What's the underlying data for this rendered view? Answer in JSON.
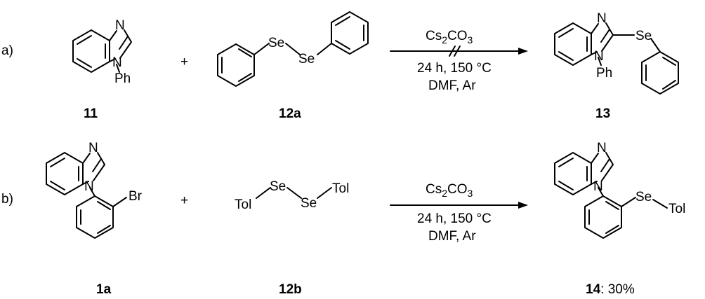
{
  "parts": {
    "a": "a)",
    "b": "b)"
  },
  "plus": "+",
  "atoms": {
    "N": "N",
    "Ph": "Ph",
    "Se": "Se",
    "Br": "Br",
    "Tol": "Tol"
  },
  "reaction_a": {
    "reagent_cs": "Cs",
    "reagent_sub2": "2",
    "reagent_co": "CO",
    "reagent_sub3": "3",
    "cond_line1": "24 h, 150 °C",
    "cond_line2": "DMF, Ar",
    "labels": {
      "reactant1": "11",
      "reactant2": "12a",
      "product": "13"
    }
  },
  "reaction_b": {
    "reagent_cs": "Cs",
    "reagent_sub2": "2",
    "reagent_co": "CO",
    "reagent_sub3": "3",
    "cond_line1": "24 h, 150 °C",
    "cond_line2": "DMF, Ar",
    "labels": {
      "reactant1": "1a",
      "reactant2": "12b",
      "product": "14",
      "product_yield": ": 30%"
    }
  }
}
